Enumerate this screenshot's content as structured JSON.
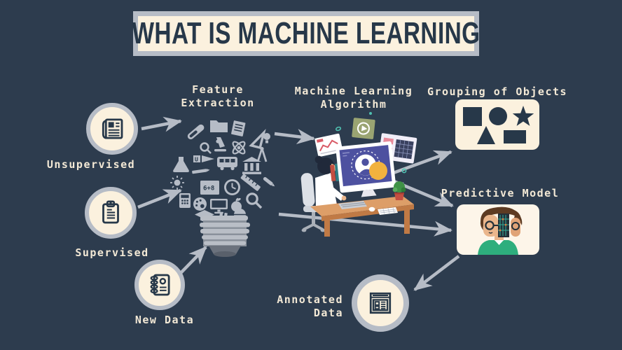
{
  "title": {
    "text": "WHAT IS MACHINE LEARNING"
  },
  "nodes": {
    "unsupervised": {
      "label": "Unsupervised",
      "icon": "newspaper-icon"
    },
    "supervised": {
      "label": "Supervised",
      "icon": "clipboard-icon"
    },
    "new_data": {
      "label": "New Data",
      "icon": "spiral-notebook-icon"
    },
    "annotated_data": {
      "label_line1": "Annotated",
      "label_line2": "Data",
      "icon": "annotated-document-icon"
    }
  },
  "stages": {
    "feature_extraction": {
      "label_line1": "Feature",
      "label_line2": "Extraction",
      "illustration": "lightbulb-made-of-education-science-icons",
      "board_text": "6+8"
    },
    "ml_algorithm": {
      "label_line1": "Machine Learning",
      "label_line2": "Algorithm",
      "illustration": "person-working-at-computer-desk"
    },
    "grouping": {
      "label": "Grouping of Objects",
      "shapes": [
        "square",
        "circle",
        "star",
        "triangle",
        "rectangle"
      ]
    },
    "predictive_model": {
      "label": "Predictive Model",
      "illustration": "half-human-half-robot-face"
    }
  },
  "flow": [
    {
      "from": "Unsupervised",
      "to": "Feature Extraction"
    },
    {
      "from": "Supervised",
      "to": "Feature Extraction"
    },
    {
      "from": "New Data",
      "to": "Feature Extraction"
    },
    {
      "from": "Feature Extraction",
      "to": "Machine Learning Algorithm"
    },
    {
      "from": "Machine Learning Algorithm",
      "to": "Grouping of Objects"
    },
    {
      "from": "Machine Learning Algorithm",
      "to": "Predictive Model"
    },
    {
      "from": "Feature Extraction",
      "to": "Predictive Model"
    },
    {
      "from": "Predictive Model",
      "to": "Annotated Data"
    }
  ],
  "colors": {
    "navy": "#2d3c4e",
    "cream": "#fbf1de",
    "cream_text": "#f3e9d6",
    "grey": "#b6bcc6",
    "icon_navy": "#273849",
    "card_white": "#fdf5e9",
    "screen_indigo": "#4d51a0",
    "yellow": "#f2b23e",
    "desk": "#dd9e68",
    "red": "#d95b67",
    "sage": "#9aa472",
    "teal": "#4fc0b0",
    "skin": "#eab68c",
    "hair_brown": "#5d3b22",
    "shirt_green": "#2eae7d",
    "pot_red": "#c34f41",
    "plant_green": "#3f9246",
    "circuit_teal": "#35b09a"
  }
}
